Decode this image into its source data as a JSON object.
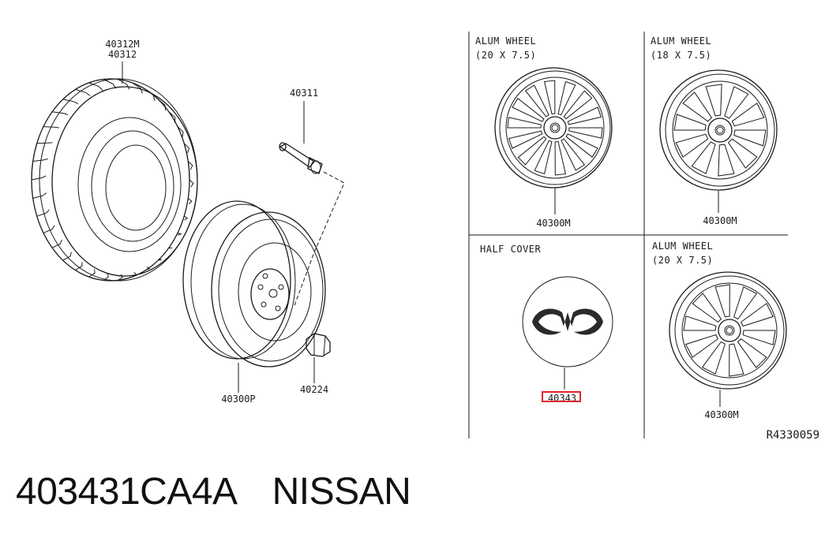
{
  "diagram": {
    "labels": {
      "tire": [
        "40312M",
        "40312"
      ],
      "valve": "40311",
      "steel_wheel": "40300P",
      "nut": "40224",
      "wheel_20_top": "40300M",
      "wheel_18": "40300M",
      "half_cover_part": "40343",
      "wheel_20_bottom": "40300M",
      "drawing_id": "R4330059"
    },
    "panels": {
      "alum_20_top": {
        "title": "ALUM WHEEL",
        "spec": "(20 X 7.5)"
      },
      "alum_18": {
        "title": "ALUM WHEEL",
        "spec": "(18 X 7.5)"
      },
      "half_cover": {
        "title": "HALF COVER"
      },
      "alum_20_bottom": {
        "title": "ALUM WHEEL",
        "spec": "(20 X 7.5)"
      }
    },
    "highlight_color": "#e0262b"
  },
  "footer": {
    "part_number": "403431CA4A",
    "brand": "NISSAN"
  }
}
